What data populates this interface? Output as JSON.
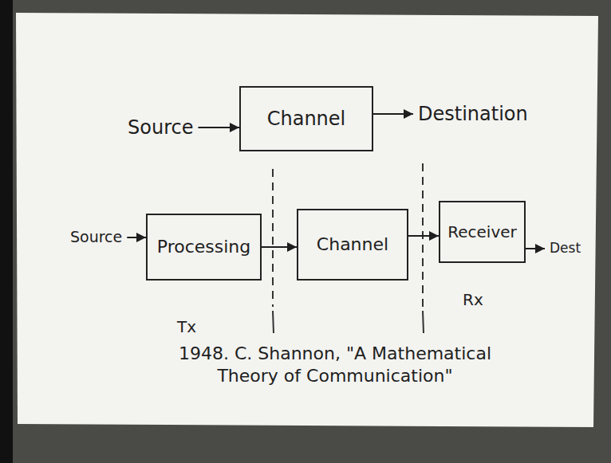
{
  "diagram": {
    "nodes": [
      {
        "text": [
          "Channel"
        ]
      },
      {
        "text": [
          "Processing"
        ]
      },
      {
        "text": [
          "Channel"
        ]
      },
      {
        "text": [
          "Receiver"
        ]
      }
    ],
    "edges": [
      {
        "from": 1,
        "to": 2,
        "arrow": "to"
      },
      {
        "from": 2,
        "to": 3,
        "arrow": "to"
      }
    ],
    "labels": [
      "Source",
      "Destination",
      "Source",
      "Dest",
      "Tx",
      "Rx",
      "1948. C. Shannon, \"A Mathematical Theory of Communication\""
    ]
  }
}
